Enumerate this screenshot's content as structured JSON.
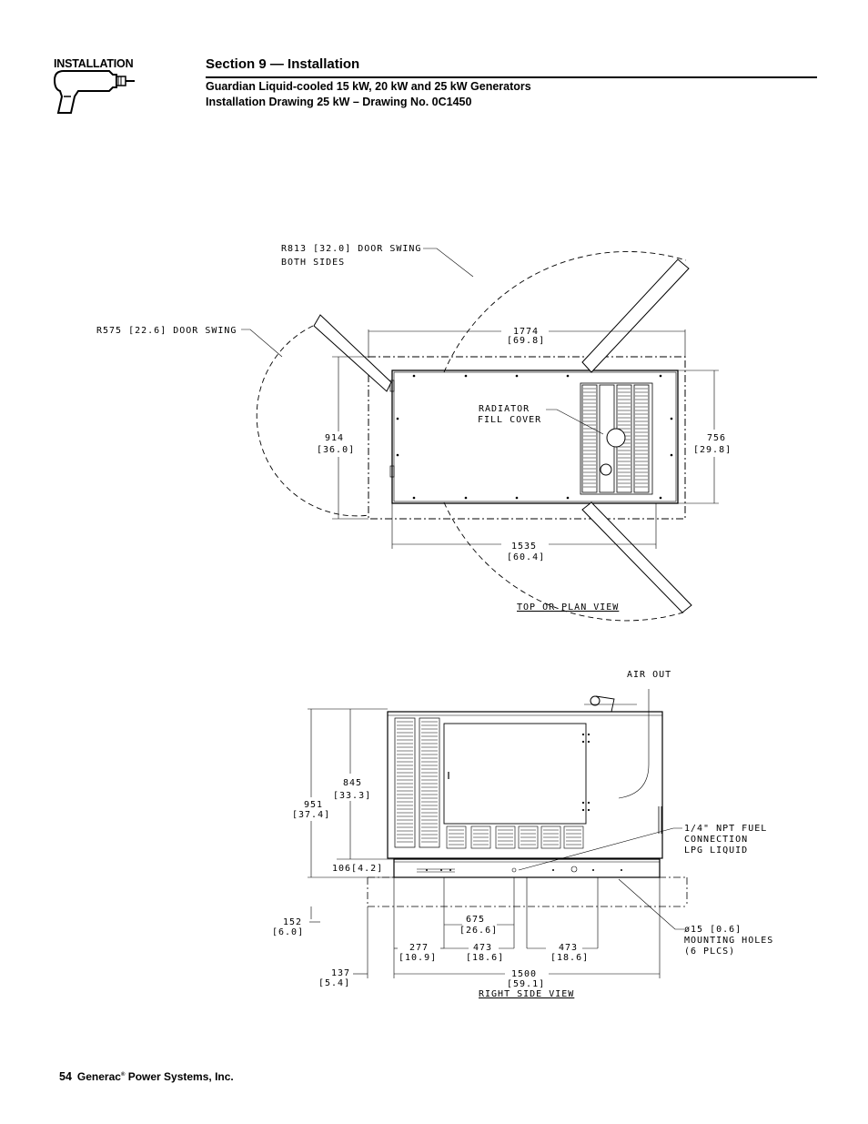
{
  "header": {
    "tab_label": "INSTALLATION",
    "section_title": "Section 9 — Installation",
    "subtitle_line1": "Guardian Liquid-cooled 15 kW, 20 kW and 25 kW Generators",
    "subtitle_line2": "Installation Drawing 25 kW – Drawing No. 0C1450"
  },
  "icon": "drill-icon",
  "top_view": {
    "door_swing_large_1": "R813 [32.0] DOOR SWING",
    "door_swing_large_2": "BOTH SIDES",
    "door_swing_small": "R575 [22.6] DOOR SWING",
    "width_mm": "1774",
    "width_in": "[69.8]",
    "depth_mm": "914",
    "depth_in": "[36.0]",
    "enclosure_mm": "756",
    "enclosure_in": "[29.8]",
    "base_mm": "1535",
    "base_in": "[60.4]",
    "radiator_1": "RADIATOR",
    "radiator_2": "FILL COVER",
    "caption": "TOP OR PLAN VIEW"
  },
  "side_view": {
    "air_out": "AIR OUT",
    "height_mm": "951",
    "height_in": "[37.4]",
    "height2_mm": "845",
    "height2_in": "[33.3]",
    "base_h": "106[4.2]",
    "pad_mm": "152",
    "pad_in": "[6.0]",
    "end_mm": "137",
    "end_in": "[5.4]",
    "dim277_mm": "277",
    "dim277_in": "[10.9]",
    "dim675_mm": "675",
    "dim675_in": "[26.6]",
    "dim473a_mm": "473",
    "dim473a_in": "[18.6]",
    "dim473b_mm": "473",
    "dim473b_in": "[18.6]",
    "length_mm": "1500",
    "length_in": "[59.1]",
    "fuel_1": "1/4\" NPT FUEL",
    "fuel_2": "CONNECTION",
    "fuel_3": "LPG LIQUID",
    "holes_1": "ø15  [0.6]",
    "holes_2": "MOUNTING HOLES",
    "holes_3": "(6 PLCS)",
    "caption": "RIGHT SIDE VIEW"
  },
  "footer": {
    "page_number": "54",
    "company": "Generac",
    "registered": "®",
    "company_rest": " Power Systems, Inc."
  }
}
